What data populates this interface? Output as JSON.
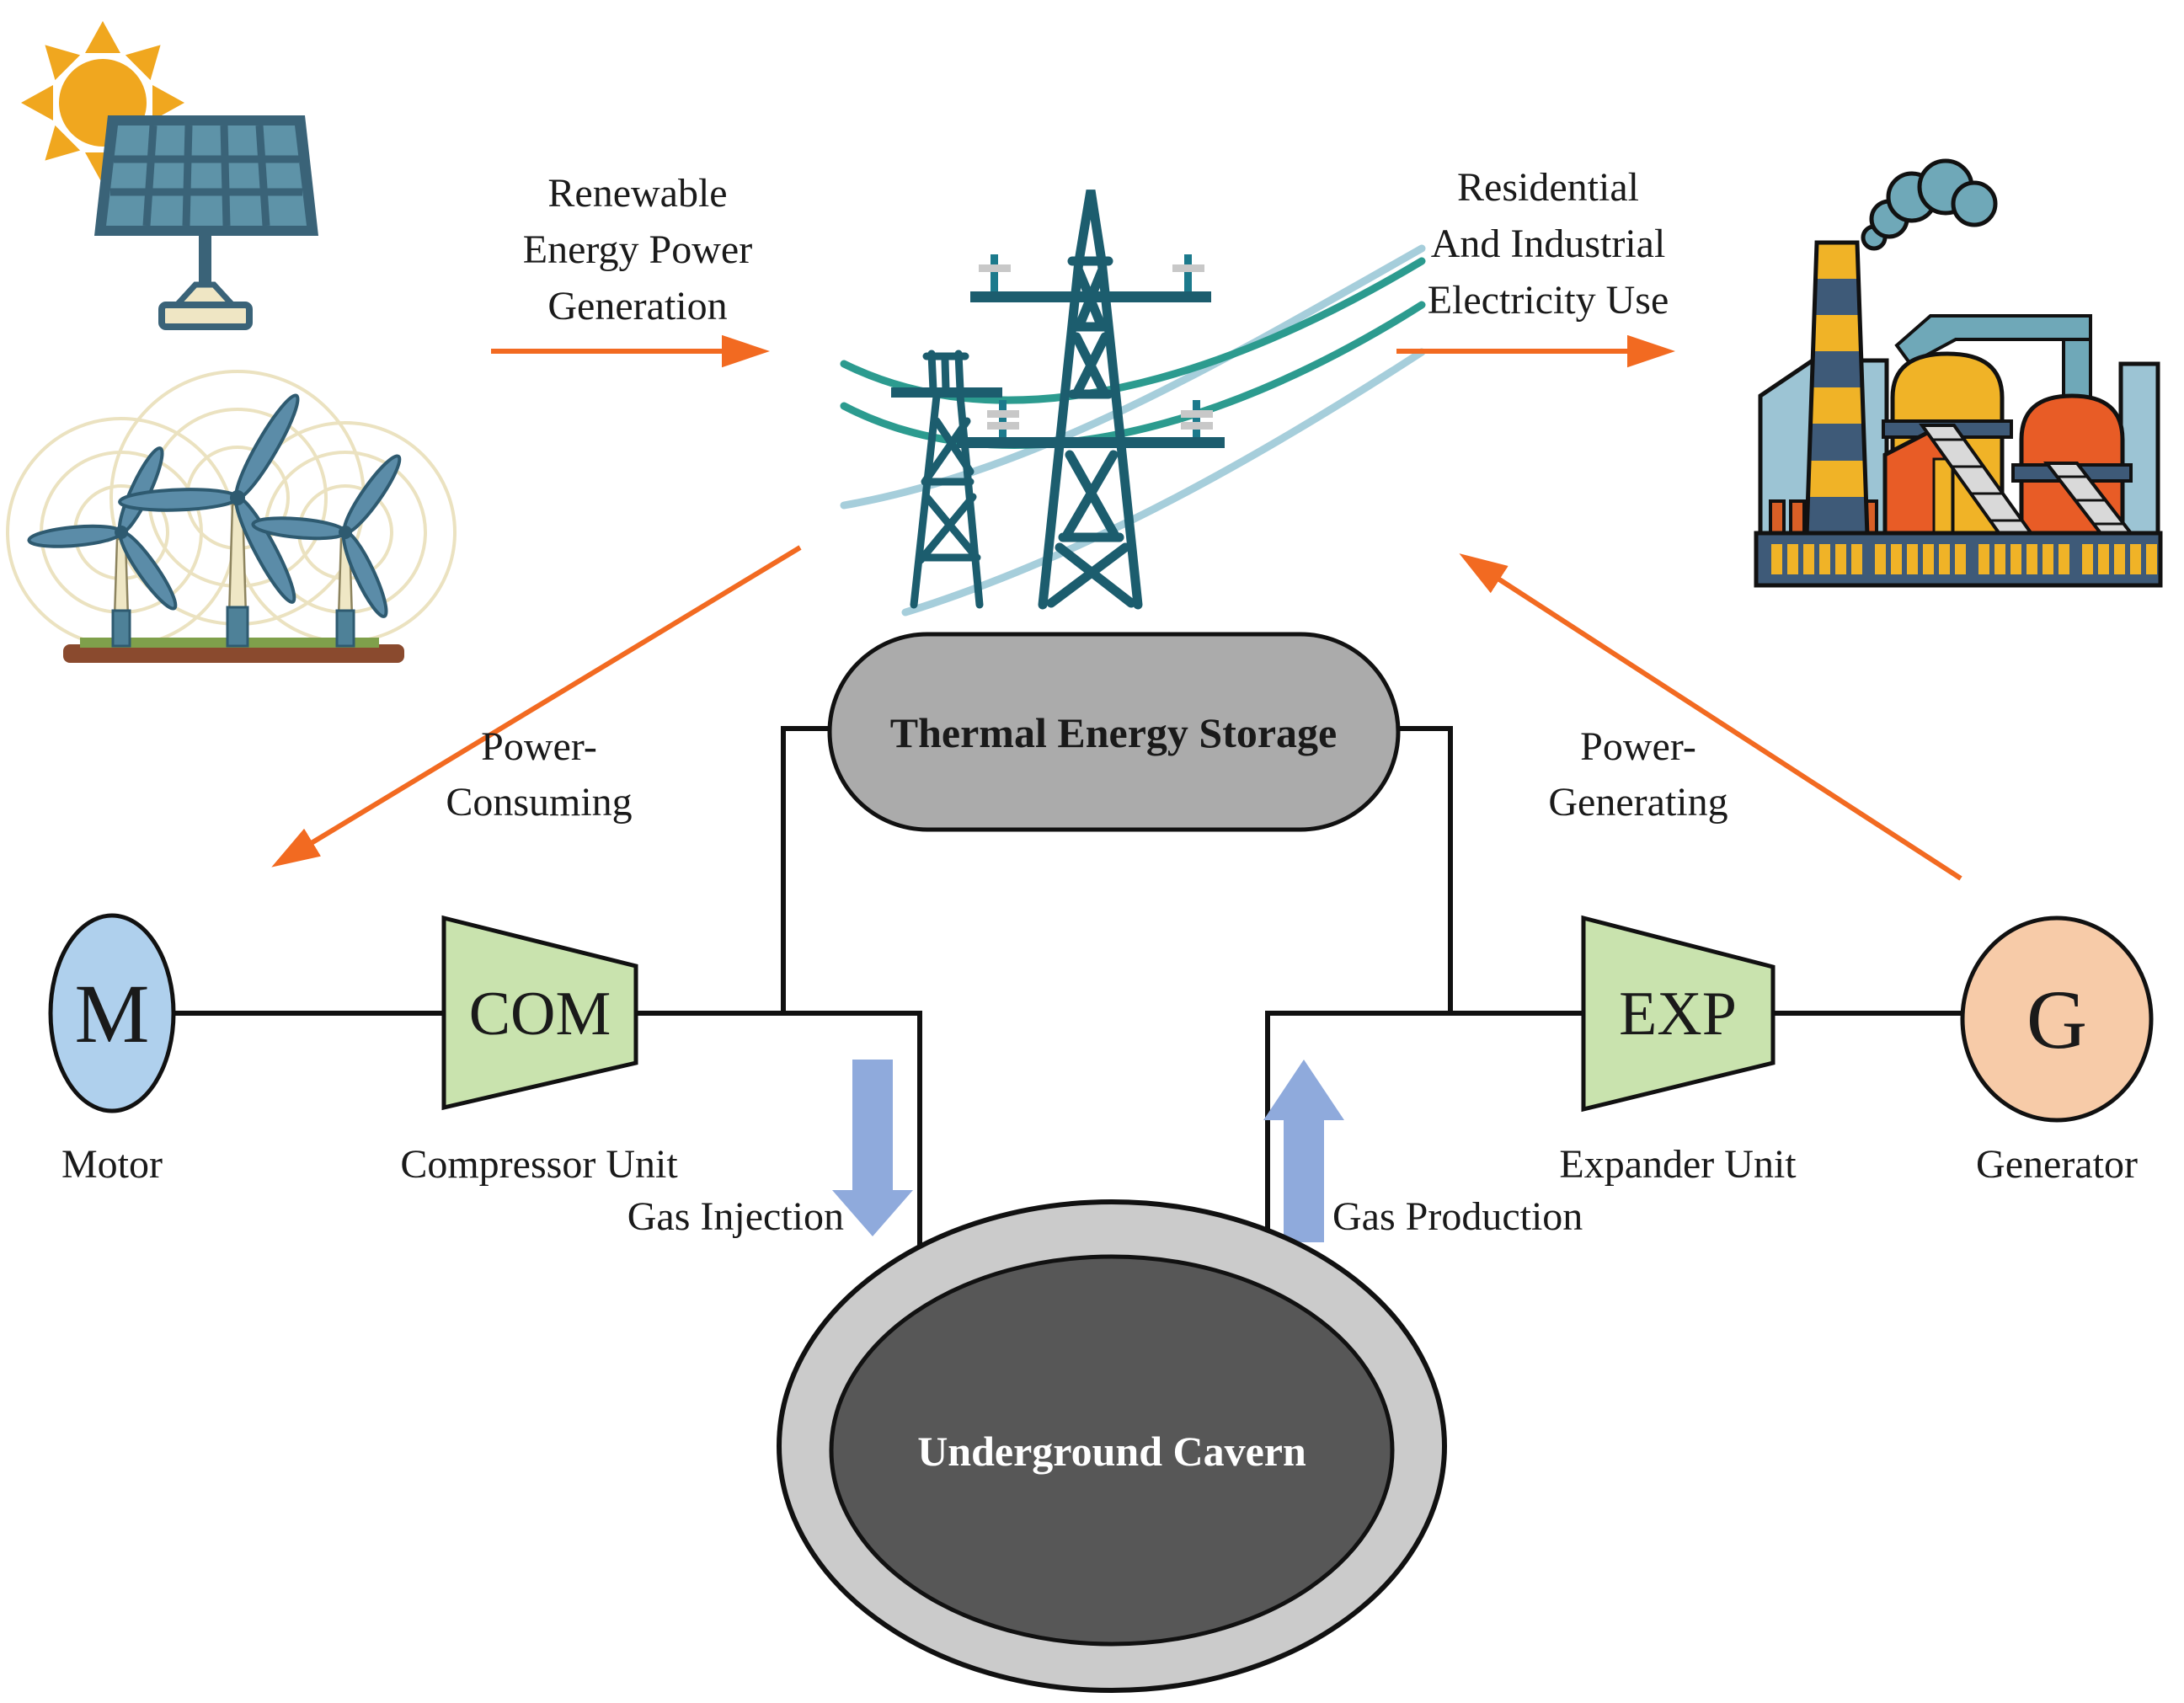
{
  "title": "Compressed Air Energy Storage System Diagram",
  "colors": {
    "arrow_orange": "#F26A21",
    "flow_blue": "#8FAADC",
    "tes_gray": "#ABABAB",
    "cavern_outer_gray": "#CBCBCB",
    "cavern_inner_gray": "#575757",
    "motor_blue": "#AFD0ED",
    "turbo_green": "#C9E3AE",
    "generator_peach": "#F7CBA8",
    "line_black": "#111111"
  },
  "top": {
    "renewable_label": {
      "line1": "Renewable",
      "line2": "Energy Power",
      "line3": "Generation"
    },
    "residential_label": {
      "line1": "Residential",
      "line2": "And Industrial",
      "line3": "Electricity Use"
    }
  },
  "flows": {
    "power_consuming": {
      "line1": "Power-",
      "line2": "Consuming"
    },
    "power_generating": {
      "line1": "Power-",
      "line2": "Generating"
    },
    "gas_injection": "Gas Injection",
    "gas_production": "Gas Production"
  },
  "components": {
    "thermal_storage": {
      "label": "Thermal Energy Storage"
    },
    "underground_cavern": {
      "label": "Underground Cavern"
    },
    "motor": {
      "symbol": "M",
      "label": "Motor"
    },
    "compressor": {
      "symbol": "COM",
      "label": "Compressor Unit"
    },
    "expander": {
      "symbol": "EXP",
      "label": "Expander Unit"
    },
    "generator": {
      "symbol": "G",
      "label": "Generator"
    }
  },
  "icons": [
    "sun-icon",
    "solar-panel-icon",
    "wind-turbines-icon",
    "transmission-tower-icon",
    "factory-icon",
    "gas-injection-arrow-icon",
    "gas-production-arrow-icon"
  ]
}
